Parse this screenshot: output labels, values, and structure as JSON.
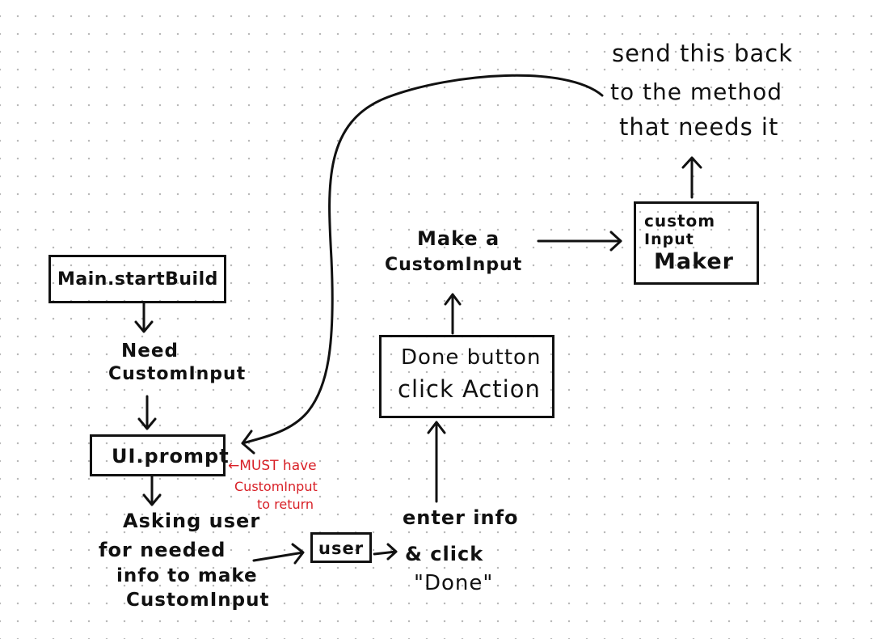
{
  "nodes": {
    "main_start_build": "Main.startBuild",
    "need_custom_input": [
      "Need",
      "CustomInput"
    ],
    "ui_prompt": "UI.prompt",
    "must_have_note": [
      "←MUST have",
      "CustomInput",
      "to return"
    ],
    "asking_user": [
      "Asking user",
      "for needed",
      "info to make",
      "CustomInput"
    ],
    "user": "user",
    "enter_info": [
      "enter info",
      "& click",
      "\"Done\""
    ],
    "done_button": [
      "Done button",
      "click Action"
    ],
    "make_custom_input": [
      "Make a",
      "CustomInput"
    ],
    "custom_input_maker": [
      "custom",
      "Input",
      "Maker"
    ],
    "send_back": [
      "send this back",
      "to the method",
      "that needs it"
    ]
  },
  "colors": {
    "ink": "#111111",
    "note_red": "#d81f26",
    "grid_dot": "#b9b9b9"
  }
}
